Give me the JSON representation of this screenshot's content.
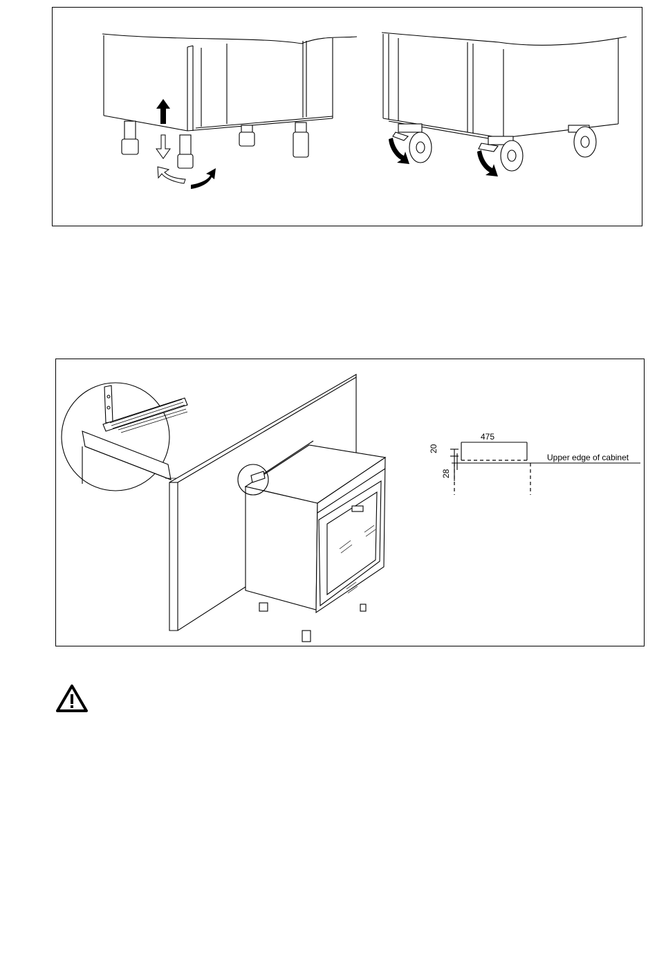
{
  "fig2": {
    "dimension_width": "475",
    "dimension_height_top": "20",
    "dimension_height_bottom": "28",
    "edge_label": "Upper edge of cabinet"
  },
  "icons": {
    "warning": "warning-triangle-icon"
  }
}
